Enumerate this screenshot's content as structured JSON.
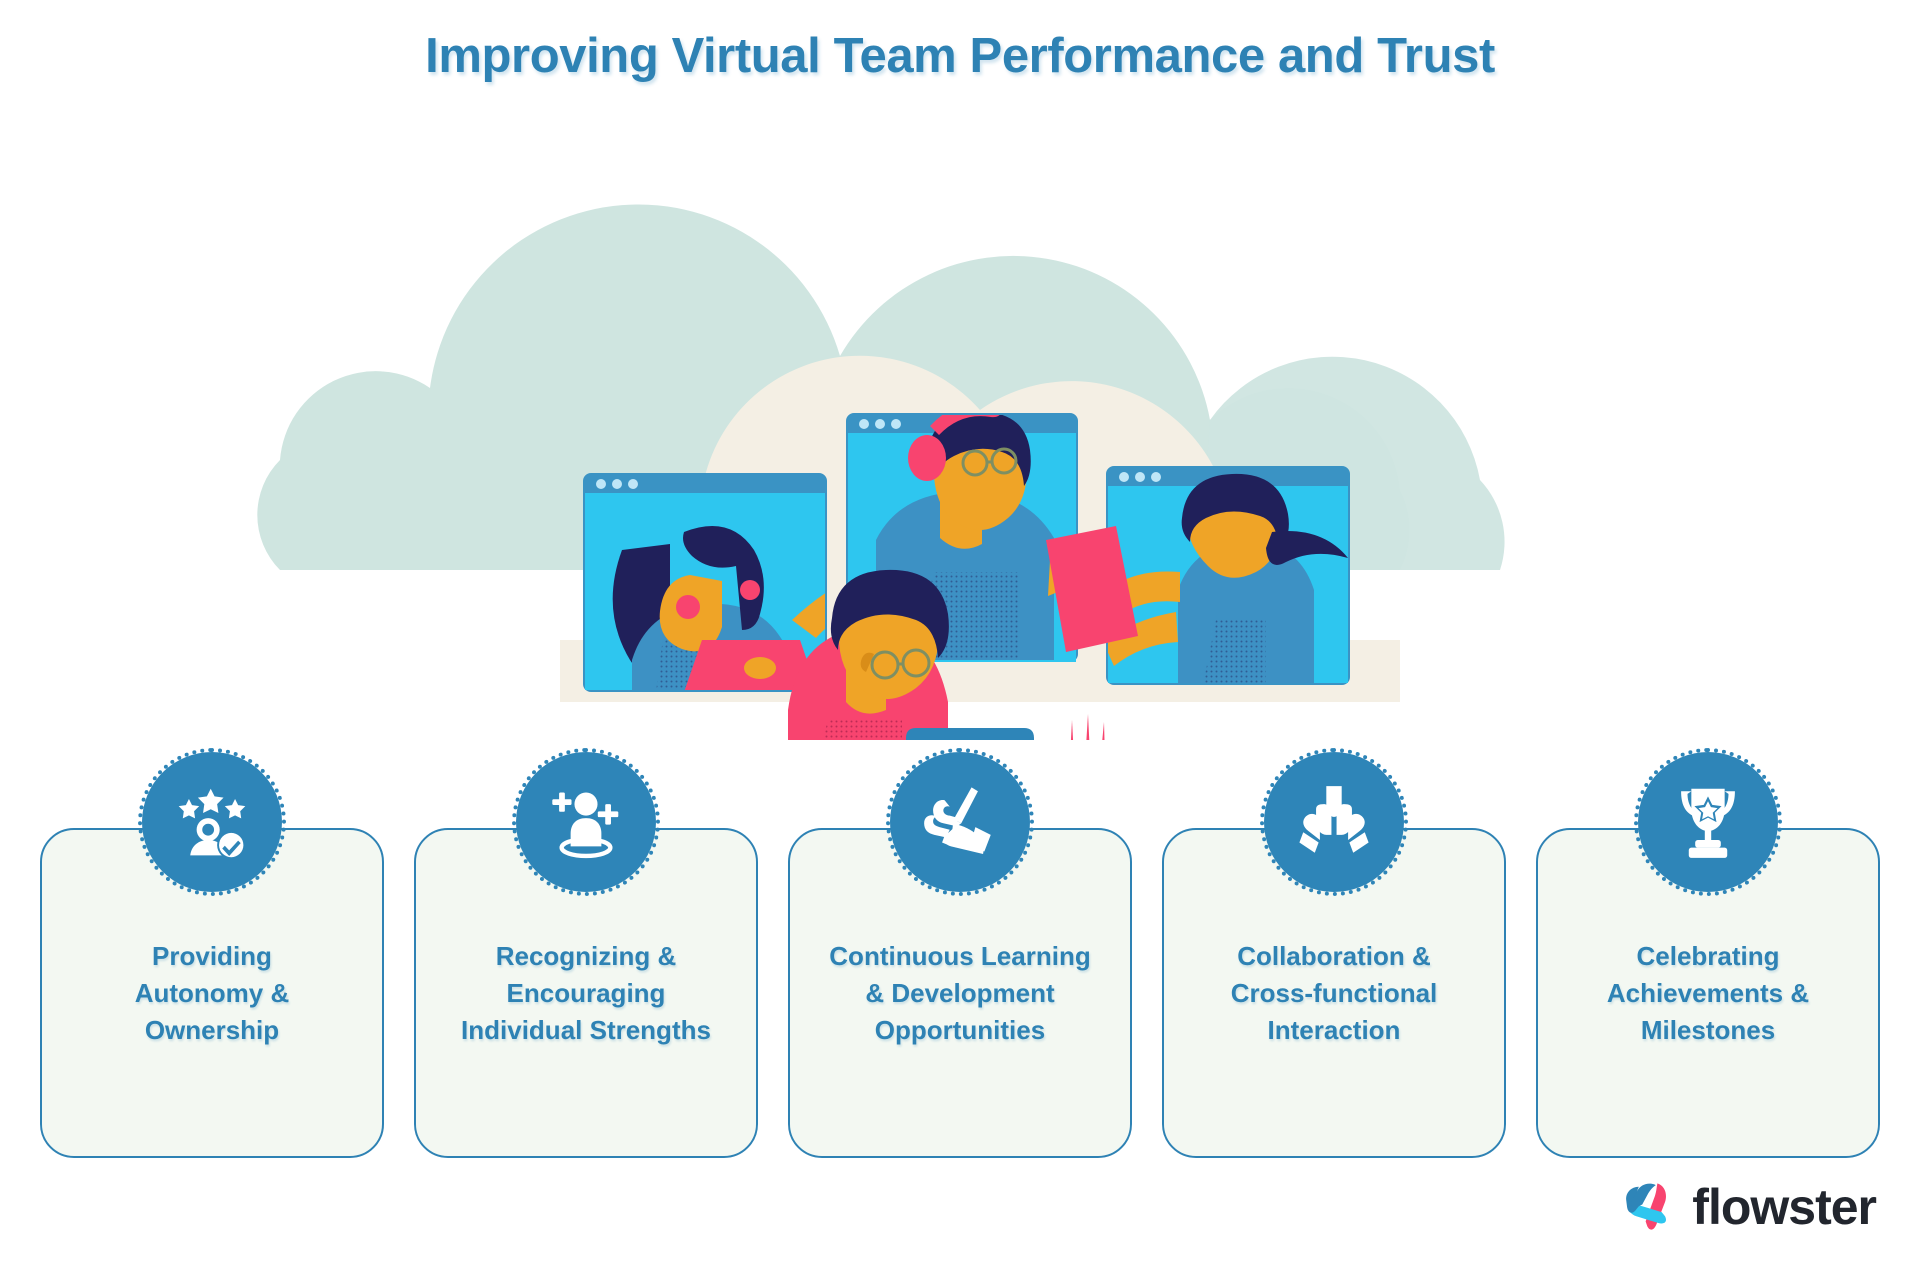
{
  "header": {
    "title": "Improving Virtual Team Performance and Trust",
    "title_color": "#2e82b4"
  },
  "illustration": {
    "name": "virtual-team-video-call-illustration",
    "description": "Three browser video-call windows with remote teammates above a person working at a desk on a laptop with a plant, over pale cloud shapes",
    "colors": {
      "cloud_mint": "#cfe5e0",
      "cloud_cream": "#f4efe4",
      "window_bar": "#3a93c4",
      "window_screen": "#2ec6ef",
      "skin": "#efa427",
      "hair": "#20205a",
      "shirt_blue": "#3d91c4",
      "shirt_pink": "#f8446f",
      "laptop_blue": "#2e85b8",
      "desk": "#20205a"
    }
  },
  "cards": [
    {
      "icon": "person-stars-verified-icon",
      "label": "Providing\nAutonomy &\nOwnership"
    },
    {
      "icon": "person-plus-add-icon",
      "label": "Recognizing &\nEncouraging\nIndividual Strengths"
    },
    {
      "icon": "hand-holding-pencil-icon",
      "label": "Continuous Learning\n& Development\nOpportunities"
    },
    {
      "icon": "hands-together-teamwork-icon",
      "label": "Collaboration &\nCross-functional\nInteraction"
    },
    {
      "icon": "trophy-star-icon",
      "label": "Celebrating\nAchievements &\nMilestones"
    }
  ],
  "card_style": {
    "fill": "#f3f8f2",
    "border": "#2e82b4",
    "badge_fill": "#2e85b8",
    "text_color": "#2e82b4"
  },
  "logo": {
    "text": "flowster",
    "mark_name": "flowster-swirl-logo",
    "colors": {
      "blue": "#2e85b8",
      "pink": "#f8446f",
      "cyan": "#2ec6ef",
      "text": "#22262e"
    }
  }
}
